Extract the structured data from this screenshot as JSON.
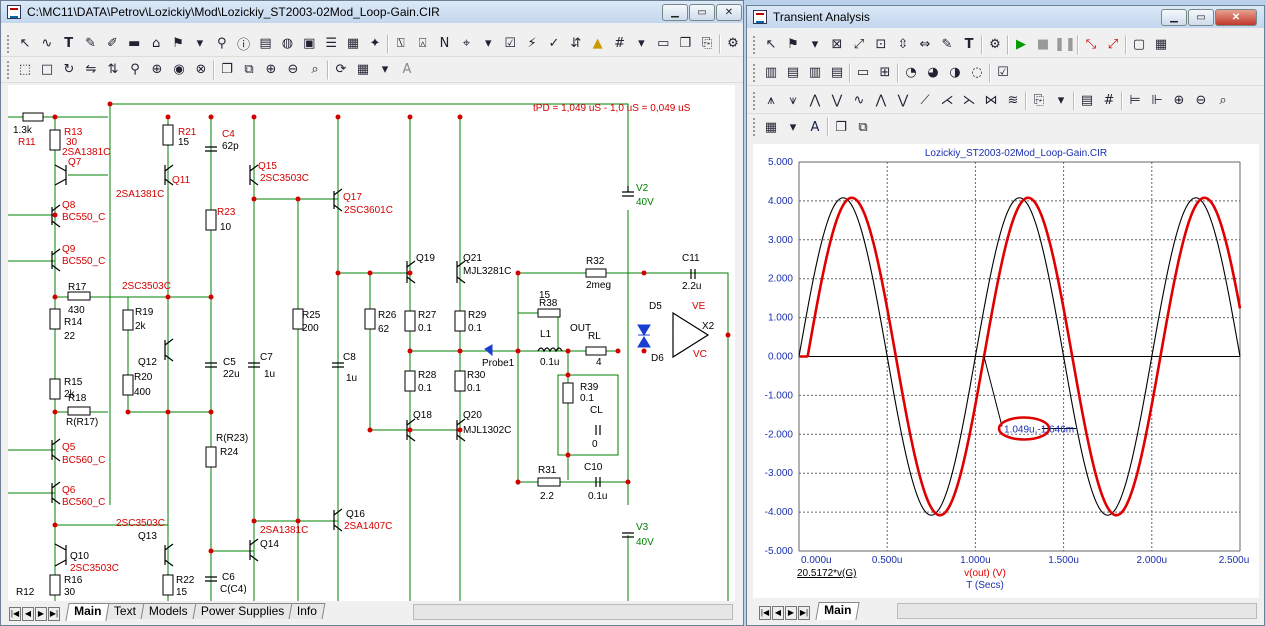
{
  "main_window": {
    "title": "C:\\MC11\\DATA\\Petrov\\Lozickiy\\Mod\\Lozickiy_ST2003-02Mod_Loop-Gain.CIR",
    "tabs": [
      "Main",
      "Text",
      "Models",
      "Power Supplies",
      "Info"
    ],
    "active_tab": "Main"
  },
  "schematic": {
    "annotation": "tPD = 1,049 uS - 1,0 uS = 0,049 uS",
    "labels": [
      "1.3k",
      "R11",
      "R13",
      "30",
      "2SA1381C",
      "Q7",
      "R21",
      "15",
      "C4",
      "62p",
      "Q15",
      "2SC3503C",
      "Q11",
      "2SA1381C",
      "Q17",
      "2SC3601C",
      "Q8",
      "BC550_C",
      "R23",
      "10",
      "V2",
      "40V",
      "Q9",
      "BC550_C",
      "Q19",
      "Q21",
      "MJL3281C",
      "R32",
      "2meg",
      "C11",
      "2.2u",
      "2SC3503C",
      "R17",
      "430",
      "R19",
      "2k",
      "R25",
      "200",
      "R26",
      "62",
      "R27",
      "0.1",
      "R29",
      "0.1",
      "15",
      "R38",
      "D5",
      "VE",
      "X2",
      "R14",
      "22",
      "C5",
      "22u",
      "C7",
      "1u",
      "C8",
      "1u",
      "L1",
      "0.1u",
      "OUT",
      "RL",
      "4",
      "D6",
      "VC",
      "Q12",
      "R20",
      "400",
      "R28",
      "0.1",
      "R30",
      "0.1",
      "Probe1",
      "R15",
      "2k",
      "R39",
      "0.1",
      "R18",
      "R(R17)",
      "CL",
      "0",
      "Q18",
      "Q20",
      "MJL1302C",
      "R(R23)",
      "R24",
      "Q5",
      "BC560_C",
      "R31",
      "2.2",
      "C10",
      "0.1u",
      "Q6",
      "BC560_C",
      "2SC3503C",
      "Q13",
      "2SA1381C",
      "Q14",
      "Q16",
      "2SA1407C",
      "V3",
      "40V",
      "Q10",
      "2SC3503C",
      "R16",
      "30",
      "R22",
      "15",
      "C6",
      "C(C4)",
      "R12"
    ]
  },
  "analysis_window": {
    "title": "Transient Analysis",
    "tabs": [
      "Main"
    ],
    "active_tab": "Main"
  },
  "chart_data": {
    "type": "line",
    "title": "Lozickiy_ST2003-02Mod_Loop-Gain.CIR",
    "xlabel": "T (Secs)",
    "x_ticks": [
      "0.000u",
      "0.500u",
      "1.000u",
      "1.500u",
      "2.000u",
      "2.500u"
    ],
    "y_ticks": [
      "5.000",
      "4.000",
      "3.000",
      "2.000",
      "1.000",
      "0.000",
      "-1.000",
      "-2.000",
      "-3.000",
      "-4.000",
      "-5.000"
    ],
    "xlim": [
      0,
      2.5
    ],
    "ylim": [
      -5,
      5
    ],
    "grid": true,
    "series": [
      {
        "name": "20.5172*v(G)",
        "color": "#000000",
        "amplitude": 4.08,
        "period": 1.0,
        "delay": 0.0
      },
      {
        "name": "v(out) (V)",
        "color": "#e00000",
        "amplitude": 4.08,
        "period": 1.0,
        "delay": 0.049
      }
    ],
    "annotation": "1.049u,-1.646m",
    "annotation_point": {
      "x": 1.049,
      "y": 0
    }
  }
}
